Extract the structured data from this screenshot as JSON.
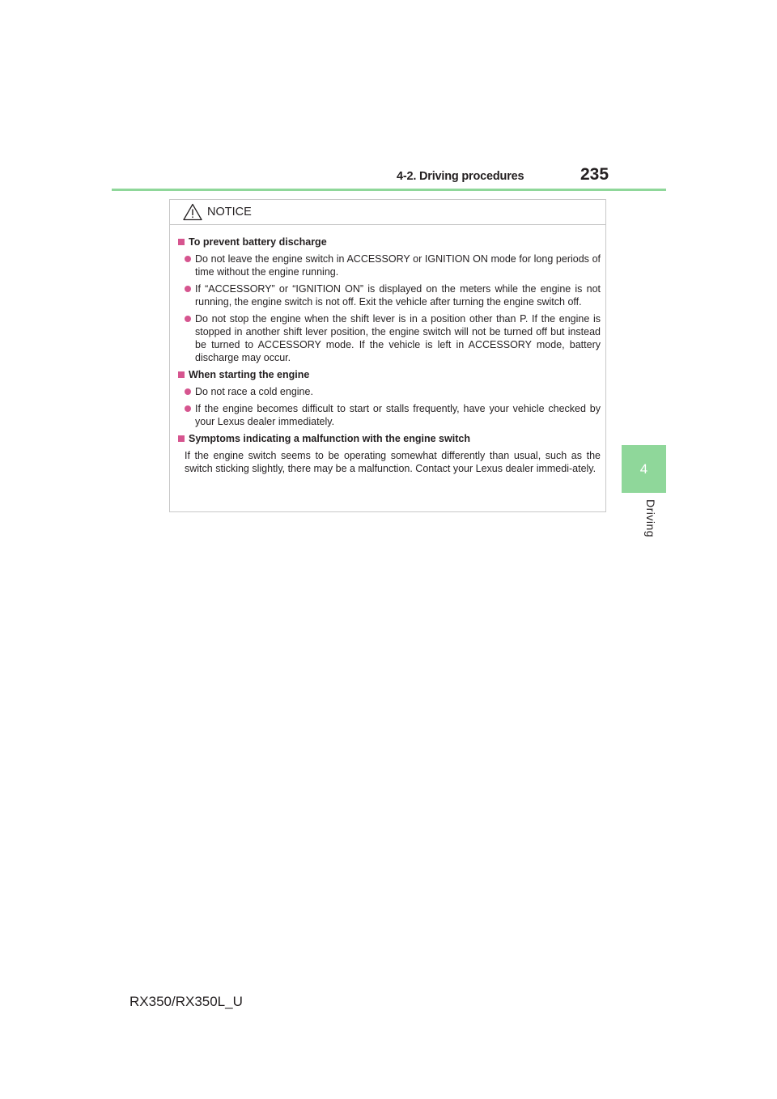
{
  "header": {
    "section": "4-2. Driving procedures",
    "page_number": "235"
  },
  "side_tab": {
    "chapter_number": "4",
    "chapter_label": "Driving"
  },
  "notice": {
    "title": "NOTICE",
    "sections": [
      {
        "heading": "To prevent battery discharge",
        "bullets": [
          "Do not leave the engine switch in ACCESSORY or IGNITION ON mode for long periods of time without the engine running.",
          "If “ACCESSORY” or “IGNITION ON” is displayed on the meters while the engine is not running, the engine switch is not off. Exit the vehicle after turning the engine switch off.",
          "Do not stop the engine when the shift lever is in a position other than P. If the engine is stopped in another shift lever position, the engine switch will not be turned off but instead be turned to ACCESSORY mode. If the vehicle is left in ACCESSORY mode, battery discharge may occur."
        ]
      },
      {
        "heading": "When starting the engine",
        "bullets": [
          "Do not race a cold engine.",
          "If the engine becomes difficult to start or stalls frequently, have your vehicle checked by your Lexus dealer immediately."
        ]
      },
      {
        "heading": "Symptoms indicating a malfunction with the engine switch",
        "paragraph": "If the engine switch seems to be operating somewhat differently than usual, such as the switch sticking slightly, there may be a malfunction. Contact your Lexus dealer immedi-ately."
      }
    ]
  },
  "footer": {
    "model": "RX350/RX350L_U"
  },
  "colors": {
    "accent_green": "#8fd79a",
    "bullet_pink": "#d6558f"
  },
  "icons": {
    "notice": "warning-triangle-icon"
  }
}
